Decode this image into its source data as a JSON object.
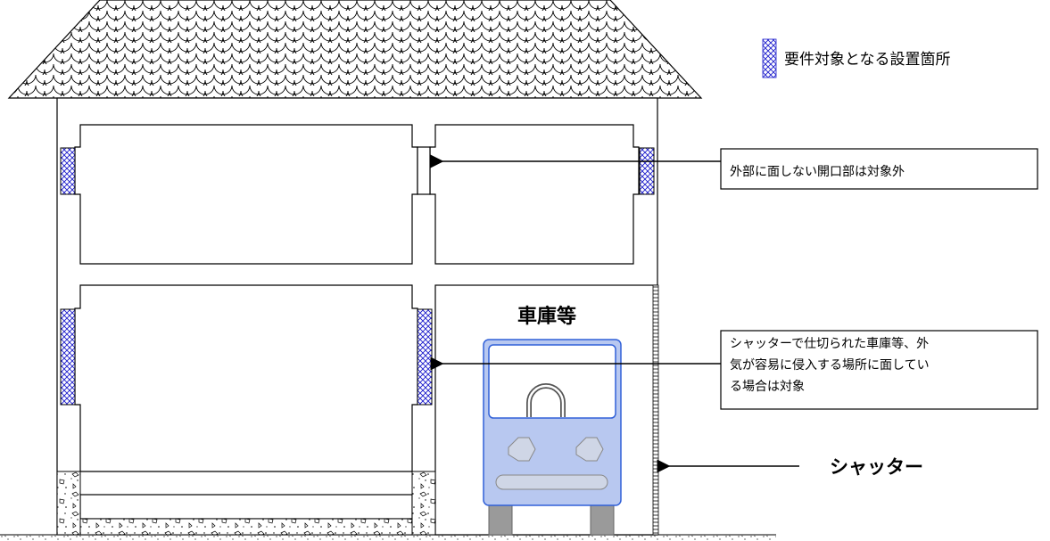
{
  "legend": {
    "label": "要件対象となる設置箇所"
  },
  "labels": {
    "garage": "車庫等",
    "shutter": "シャッター"
  },
  "callouts": {
    "interior_opening": "外部に面しない開口部は対象外",
    "garage_opening": [
      "シャッターで仕切られた車庫等、外",
      "気が容易に侵入する場所に面してい",
      "る場合は対象"
    ]
  },
  "colors": {
    "hatch": "#1a1acc",
    "car_body": "#b8c8f0",
    "car_outline": "#3060d8",
    "wheel": "#9a9a9a",
    "headlight": "#cfd6e6",
    "line": "#000000"
  }
}
